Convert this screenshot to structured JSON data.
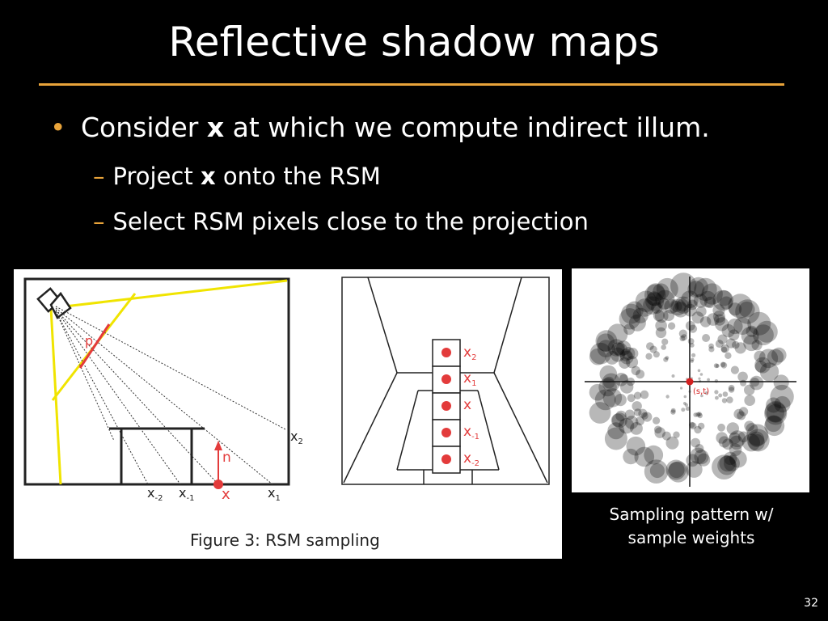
{
  "slide": {
    "title": "Reflective shadow maps",
    "bullet": {
      "prefix": "Consider ",
      "bold": "x",
      "suffix": " at which we compute indirect illum."
    },
    "subbullets": [
      {
        "prefix": "Project ",
        "bold": "x",
        "suffix": " onto the RSM"
      },
      {
        "prefix": "Select RSM pixels close to the projection",
        "bold": "",
        "suffix": ""
      }
    ],
    "page_number": "32"
  },
  "figure_left": {
    "caption": "Figure 3:  RSM sampling",
    "labels": {
      "p": "p",
      "n": "n",
      "x": "x",
      "x1": "x",
      "x1_sub": "1",
      "x2": "x",
      "x2_sub": "2",
      "xm1": "x",
      "xm1_sub": "-1",
      "xm2": "x",
      "xm2_sub": "-2"
    },
    "colors": {
      "light_lines": "#f0e400",
      "points": "#e33b3b",
      "ink": "#222222"
    }
  },
  "figure_right": {
    "center_label": "(s,t)",
    "caption": "Sampling pattern w/ sample weights"
  }
}
